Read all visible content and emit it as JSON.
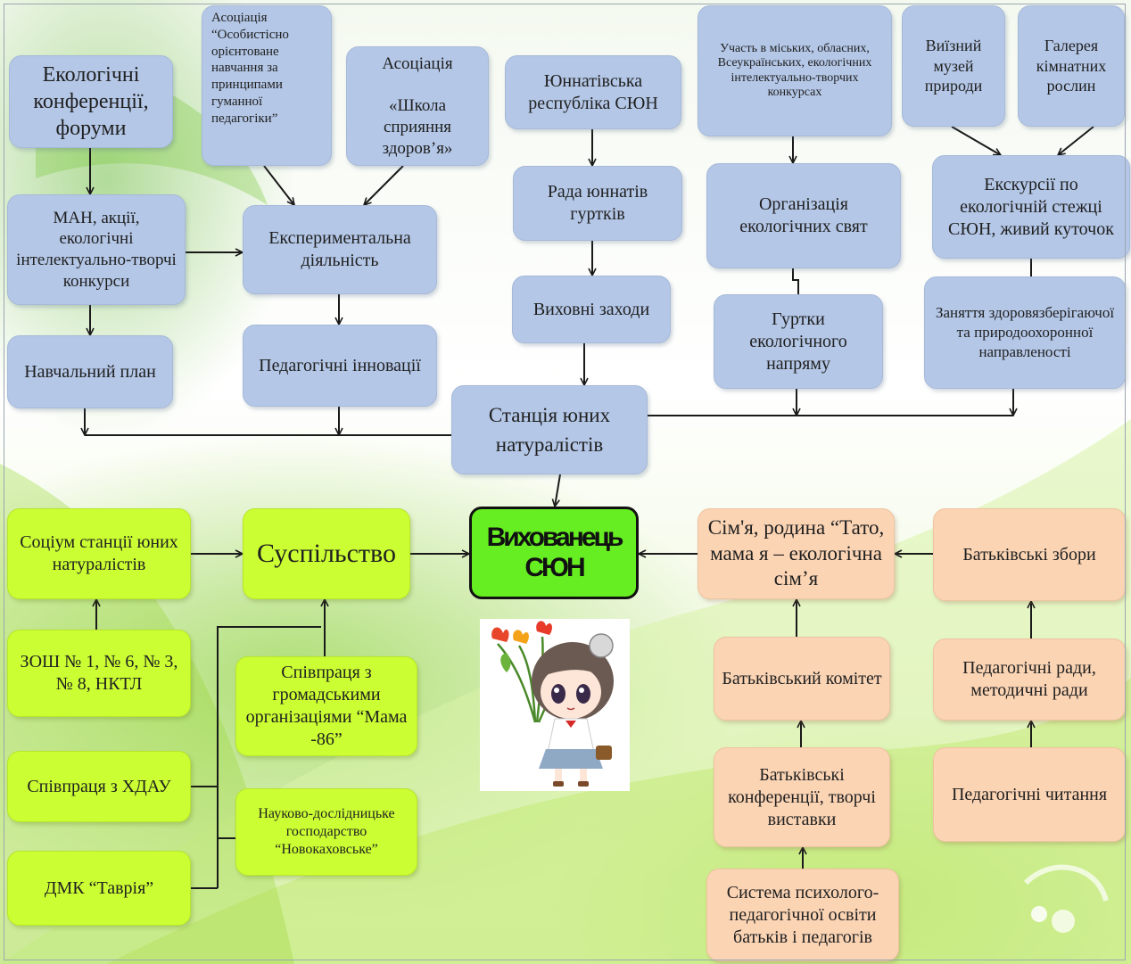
{
  "nodes": {
    "eco_conferences": "Екологічні конференції, форуми",
    "association_humane": "Асоціація “Особистісно орієнтоване навчання за принципами гуманної педагогіки”",
    "association_health": "Асоціація\n\n«Школа сприяння здоров’я»",
    "young_naturalists_republic": "Юннатівська республіка СЮН",
    "participation_contests": "Участь в міських, обласних, Всеукраїнських, екологічних інтелектуально-творчих конкурсах",
    "visiting_museum": "Виїзний музей природи",
    "gallery_plants": "Галерея кімнатних рослин",
    "man_actions": "МАН, акції, екологічні інтелектуально-творчі конкурси",
    "experimental": "Експериментальна діяльність",
    "council_circles": "Рада юннатів гуртків",
    "eco_holidays": "Організація екологічних свят",
    "excursions": "Екскурсії по екологічній стежці СЮН, живий куточок",
    "curriculum": "Навчальний план",
    "ped_innovations": "Педагогічні інновації",
    "educational_events": "Виховні заходи",
    "eco_circles": "Гуртки екологічного напряму",
    "health_classes": "Заняття здоровязберігаючої та природоохоронної направленості",
    "station": "Станція юних натуралістів",
    "socium": "Соціум станції юних натуралістів",
    "society": "Суспільство",
    "pupil": "Вихованець СЮН",
    "family": "Сім'я, родина “Тато, мама я – екологічна сім’я",
    "parent_meetings": "Батьківські збори",
    "schools": "ЗОШ № 1, № 6, № 3, № 8, НКТЛ",
    "ngo_cooperation": "Співпраця з громадськими організаціями “Мама -86”",
    "parent_committee": "Батьківський комітет",
    "ped_councils": "Педагогічні ради, методичні ради",
    "khdau": "Співпраця з ХДАУ",
    "research_farm": "Науково-дослідницьке господарство “Новокаховське”",
    "parent_conferences": "Батьківські конференції, творчі виставки",
    "ped_readings": "Педагогічні читання",
    "dmk_tavria": "ДМК “Таврія”",
    "psych_system": "Система психолого-педагогічної освіти батьків і педагогів"
  },
  "colors": {
    "blue_box": "#b4c7e7",
    "lime_box": "#ccff33",
    "peach_box": "#fbd4b4",
    "center_box": "#66ee22",
    "arrow": "#1a1a1a"
  },
  "icons": {
    "illustration": "girl-with-tulips-illustration"
  }
}
